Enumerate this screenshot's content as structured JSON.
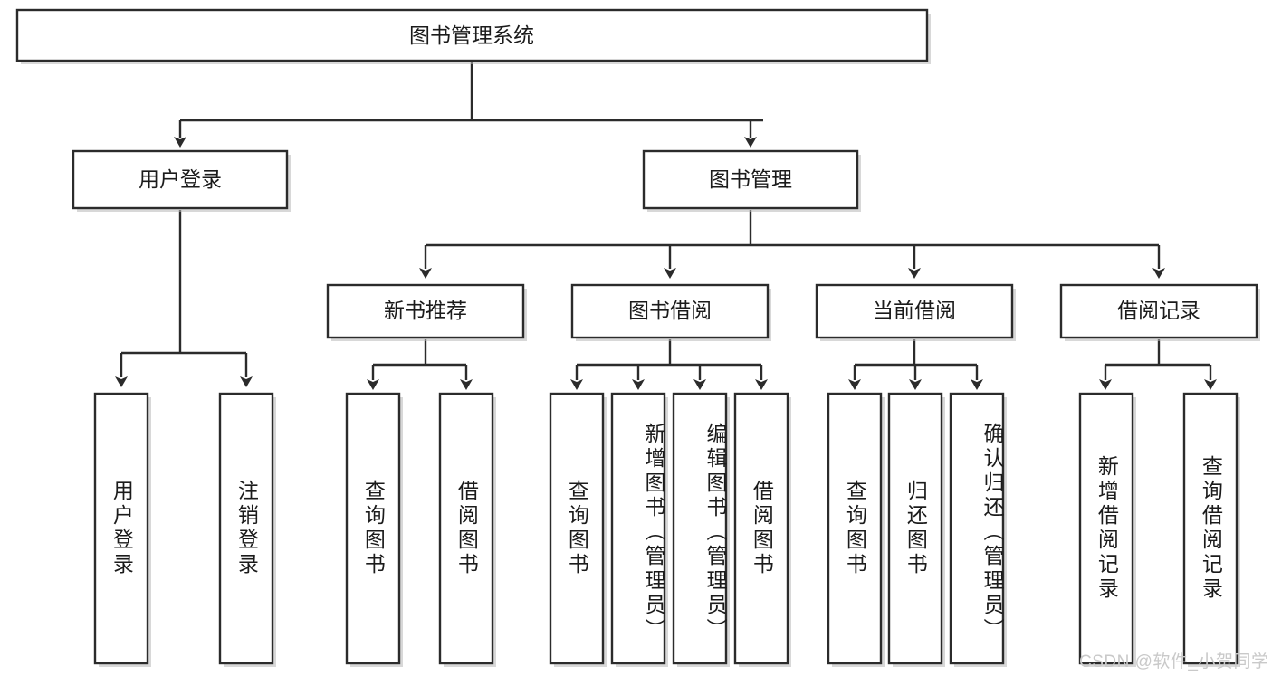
{
  "diagram": {
    "title": "图书管理系统",
    "type": "hierarchy-tree",
    "root": {
      "id": "root",
      "label": "图书管理系统",
      "orientation": "horizontal"
    },
    "level2": [
      {
        "id": "user-login",
        "label": "用户登录",
        "orientation": "horizontal"
      },
      {
        "id": "book-manage",
        "label": "图书管理",
        "orientation": "horizontal"
      }
    ],
    "level3": [
      {
        "id": "new-book-recommend",
        "label": "新书推荐",
        "orientation": "horizontal",
        "parent": "book-manage"
      },
      {
        "id": "book-borrow",
        "label": "图书借阅",
        "orientation": "horizontal",
        "parent": "book-manage"
      },
      {
        "id": "current-borrow",
        "label": "当前借阅",
        "orientation": "horizontal",
        "parent": "book-manage"
      },
      {
        "id": "borrow-record",
        "label": "借阅记录",
        "orientation": "horizontal",
        "parent": "book-manage"
      }
    ],
    "leaves": [
      {
        "id": "leaf-user-login",
        "label": "用户登录",
        "parent": "user-login",
        "orientation": "vertical"
      },
      {
        "id": "leaf-logout-login",
        "label": "注销登录",
        "parent": "user-login",
        "orientation": "vertical"
      },
      {
        "id": "leaf-query-book-1",
        "label": "查询图书",
        "parent": "new-book-recommend",
        "orientation": "vertical"
      },
      {
        "id": "leaf-borrow-book-1",
        "label": "借阅图书",
        "parent": "new-book-recommend",
        "orientation": "vertical"
      },
      {
        "id": "leaf-query-book-2",
        "label": "查询图书",
        "parent": "book-borrow",
        "orientation": "vertical"
      },
      {
        "id": "leaf-add-book",
        "label": "新增图书（管理员）",
        "parent": "book-borrow",
        "orientation": "vertical"
      },
      {
        "id": "leaf-edit-book",
        "label": "编辑图书（管理员）",
        "parent": "book-borrow",
        "orientation": "vertical"
      },
      {
        "id": "leaf-borrow-book-2",
        "label": "借阅图书",
        "parent": "book-borrow",
        "orientation": "vertical"
      },
      {
        "id": "leaf-query-book-3",
        "label": "查询图书",
        "parent": "current-borrow",
        "orientation": "vertical"
      },
      {
        "id": "leaf-return-book",
        "label": "归还图书",
        "parent": "current-borrow",
        "orientation": "vertical"
      },
      {
        "id": "leaf-confirm-return",
        "label": "确认归还（管理员）",
        "parent": "current-borrow",
        "orientation": "vertical"
      },
      {
        "id": "leaf-add-record",
        "label": "新增借阅记录",
        "parent": "borrow-record",
        "orientation": "vertical"
      },
      {
        "id": "leaf-query-record",
        "label": "查询借阅记录",
        "parent": "borrow-record",
        "orientation": "vertical"
      }
    ],
    "colors": {
      "stroke": "#2b2b2b",
      "fill": "#ffffff",
      "text": "#1b1b1b",
      "watermark": "#c9c9c9"
    }
  },
  "watermark": {
    "text": "CSDN @软件_小贺同学"
  }
}
